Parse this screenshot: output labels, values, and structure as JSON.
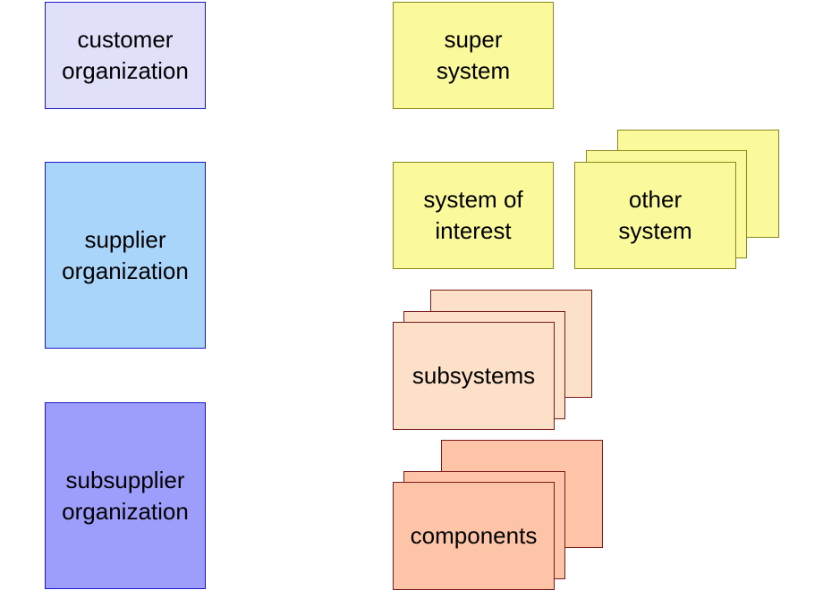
{
  "organizations": {
    "customer": {
      "label": "customer\norganization",
      "color": "#e0e0fb"
    },
    "supplier": {
      "label": "supplier\norganization",
      "color": "#aad5fb"
    },
    "subsupplier": {
      "label": "subsupplier\norganization",
      "color": "#9d9dfb"
    }
  },
  "systems": {
    "super_system": {
      "label": "super\nsystem",
      "color": "#fafa9d"
    },
    "system_of_interest": {
      "label": "system of\ninterest",
      "color": "#fafa9d"
    },
    "other_system": {
      "label": "other\nsystem",
      "color": "#fafa9d"
    },
    "subsystems": {
      "label": "subsystems",
      "color": "#fde0c8"
    },
    "components": {
      "label": "components",
      "color": "#fdc4a8"
    }
  }
}
